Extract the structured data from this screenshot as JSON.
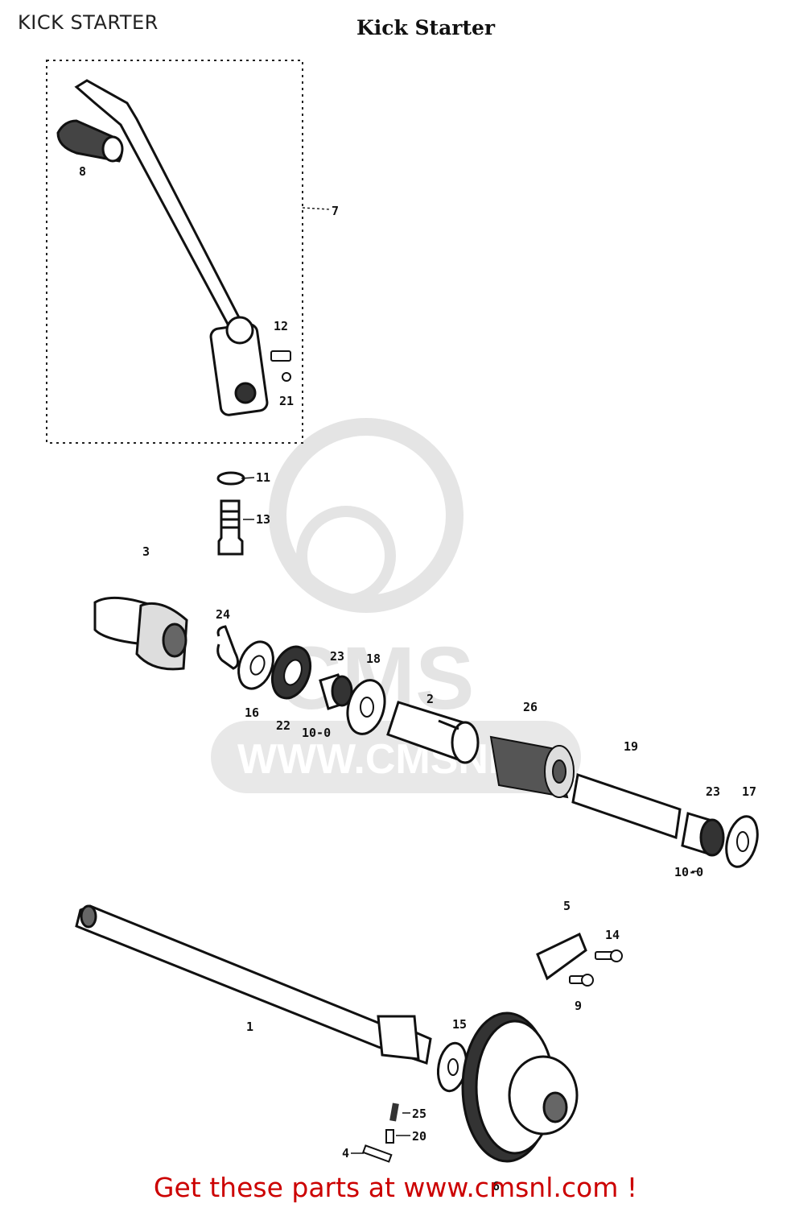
{
  "header": {
    "page_label": "KICK STARTER",
    "diagram_title": "Kick Starter"
  },
  "watermark": {
    "logo_text": "CMS",
    "url_text": "WWW.CMSNL"
  },
  "callouts": {
    "c1": "1",
    "c2": "2",
    "c3": "3",
    "c4": "4",
    "c5": "5",
    "c6": "6",
    "c7": "7",
    "c8": "8",
    "c9": "9",
    "c10a": "10-0",
    "c10b": "10-0",
    "c11": "11",
    "c12": "12",
    "c13": "13",
    "c14": "14",
    "c15": "15",
    "c16": "16",
    "c17": "17",
    "c18": "18",
    "c19": "19",
    "c20": "20",
    "c21": "21",
    "c22": "22",
    "c23a": "23",
    "c23b": "23",
    "c24": "24",
    "c25": "25",
    "c26": "26"
  },
  "footer": {
    "cta": "Get these parts at www.cmsnl.com !"
  }
}
